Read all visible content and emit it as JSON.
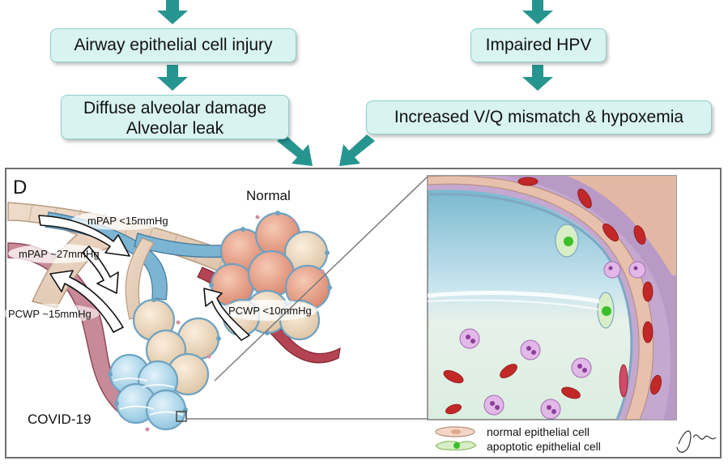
{
  "flow": {
    "box1": "Airway epithelial cell injury",
    "box2_line1": "Diffuse alveolar damage",
    "box2_line2": "Alveolar leak",
    "box3": "Impaired HPV",
    "box4": "Increased V/Q mismatch & hypoxemia",
    "arrow_color": "#27958f"
  },
  "panel": {
    "letter": "D",
    "normal_label": "Normal",
    "covid_label": "COVID-19",
    "mpap_normal": "mPAP <15mmHg",
    "mpap_covid": "mPAP ~27mmHg",
    "pcwp_covid": "PCWP ~15mmHg",
    "pcwp_normal": "PCWP <10mmHg"
  },
  "legend": {
    "normal_cell": "normal epithelial cell",
    "apoptotic_cell": "apoptotic epithelial cell"
  },
  "signature": "JHem"
}
